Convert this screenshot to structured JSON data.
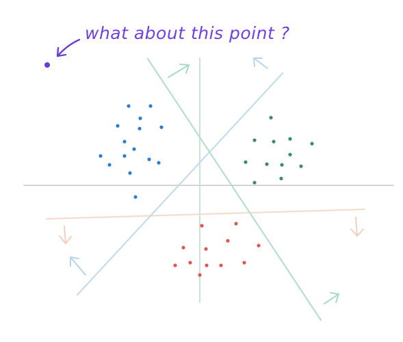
{
  "annotation": {
    "text": "what about this point ?",
    "color": "#7040e0"
  },
  "colors": {
    "axes": "#d4d4d4",
    "boundary_green": "#b6e0cb",
    "boundary_blue": "#c4dced",
    "boundary_orange": "#f3dcd0",
    "cluster_blue": "#2a7fcf",
    "cluster_green": "#3c8c64",
    "cluster_red": "#e05656",
    "outlier": "#6a3ed6"
  },
  "clusters": [
    {
      "name": "blue",
      "color": "#2a7fcf",
      "points": [
        [
          188,
          155
        ],
        [
          220,
          155
        ],
        [
          205,
          173
        ],
        [
          172,
          184
        ],
        [
          204,
          188
        ],
        [
          236,
          186
        ],
        [
          182,
          207
        ],
        [
          196,
          218
        ],
        [
          147,
          228
        ],
        [
          182,
          228
        ],
        [
          160,
          241
        ],
        [
          218,
          233
        ],
        [
          232,
          238
        ],
        [
          190,
          253
        ],
        [
          198,
          288
        ]
      ]
    },
    {
      "name": "green",
      "color": "#3c8c64",
      "points": [
        [
          396,
          172
        ],
        [
          372,
          205
        ],
        [
          400,
          207
        ],
        [
          424,
          203
        ],
        [
          456,
          210
        ],
        [
          424,
          226
        ],
        [
          359,
          237
        ],
        [
          390,
          240
        ],
        [
          412,
          241
        ],
        [
          440,
          243
        ],
        [
          372,
          267
        ],
        [
          411,
          261
        ]
      ]
    },
    {
      "name": "red",
      "color": "#e05656",
      "points": [
        [
          295,
          330
        ],
        [
          345,
          327
        ],
        [
          333,
          352
        ],
        [
          268,
          362
        ],
        [
          301,
          364
        ],
        [
          378,
          359
        ],
        [
          278,
          384
        ],
        [
          302,
          388
        ],
        [
          256,
          388
        ],
        [
          323,
          388
        ],
        [
          357,
          384
        ],
        [
          292,
          402
        ]
      ]
    }
  ],
  "outlier": [
    69,
    95
  ]
}
